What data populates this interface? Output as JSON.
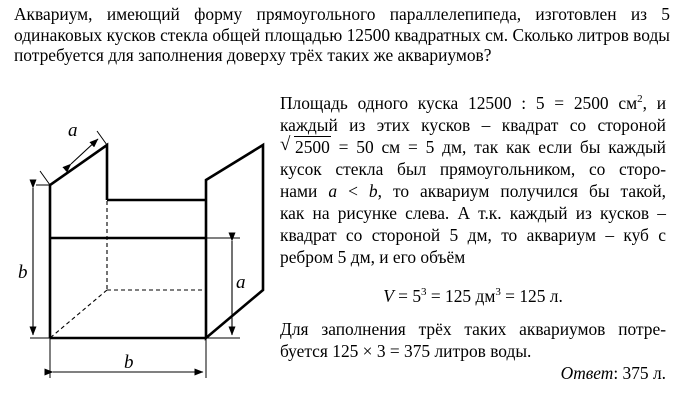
{
  "problem": {
    "text": "Аквариум, имеющий форму прямоугольного параллелепипеда, изготовлен из 5 одинаковых кусков стекла общей площадью 12500 квадратных см. Сколько литров воды потребуется для заполнения доверху трёх таких же аквариумов?"
  },
  "figure": {
    "label_a_top": "a",
    "label_b_left": "b",
    "label_a_right": "a",
    "label_b_bottom": "b"
  },
  "solution": {
    "l1_a": "Площадь одного куска ",
    "l1_expr": "12500 : 5 = 2500 см",
    "l1_sup": "2",
    "l1_b": ", и",
    "l2": "каждый из этих кусков – квадрат со стороной",
    "l3_radicand": "2500",
    "l3_rest": " = 50 см = 5 дм, так как если бы каждый",
    "l4": "кусок стекла был прямоугольником, со сторо-",
    "l5_a": "нами ",
    "l5_var1": "a",
    "l5_lt": " < ",
    "l5_var2": "b",
    "l5_b": ", то аквариум получился бы такой,",
    "l6": "как на рисунке слева. А т.к. каждый из кусков –",
    "l7": "квадрат со стороной 5 дм, то аквариум – куб с",
    "l8": "ребром 5 дм, и его объём",
    "formula_v": "V",
    "formula_eq1": " = 5",
    "formula_sup1": "3",
    "formula_mid": " = 125 дм",
    "formula_sup2": "3",
    "formula_end": " = 125 л.",
    "l10": "Для заполнения трёх таких аквариумов потре-",
    "l11": "буется 125 × 3 = 375 литров воды.",
    "answer_label": "Ответ",
    "answer_value": ": 375 л."
  }
}
